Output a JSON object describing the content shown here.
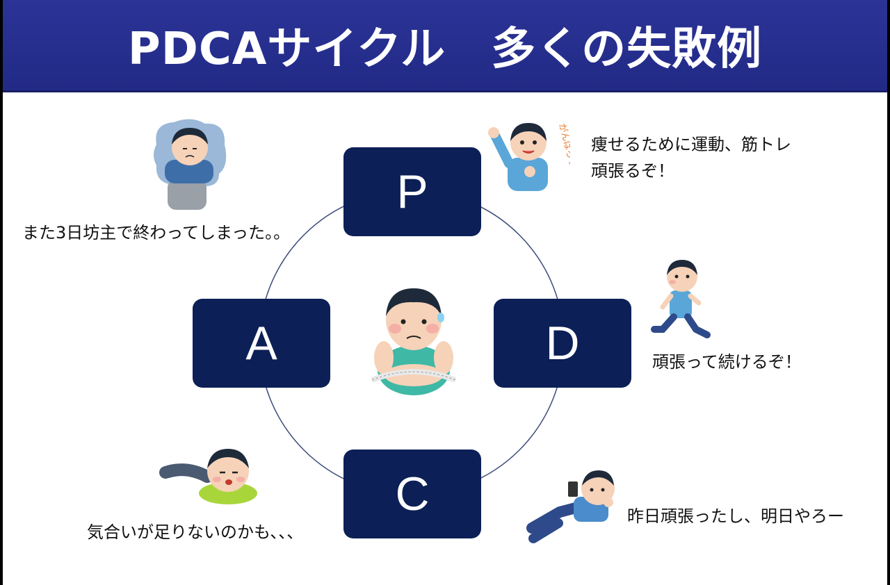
{
  "title": "PDCAサイクル　多くの失敗例",
  "colors": {
    "header": "#2b3397",
    "box": "#0c1f56",
    "ring": "#3b4a7a"
  },
  "stages": {
    "p": "P",
    "d": "D",
    "c": "C",
    "a": "A"
  },
  "captions": {
    "plan_line1": "痩せるために運動、筋トレ",
    "plan_line2": "頑張るぞ！",
    "do": "頑張って続けるぞ！",
    "check": "昨日頑張ったし、明日やろー",
    "act_top": "また3日坊主で終わってしまった。。",
    "act_bottom": "気合いが足りないのかも、、、"
  },
  "illustration_texts": {
    "cheer": "がんばろう！"
  },
  "icons": [
    "overweight-person-icon",
    "cheering-person-icon",
    "running-person-icon",
    "lying-phone-person-icon",
    "lying-tired-person-icon",
    "depressed-person-icon"
  ]
}
